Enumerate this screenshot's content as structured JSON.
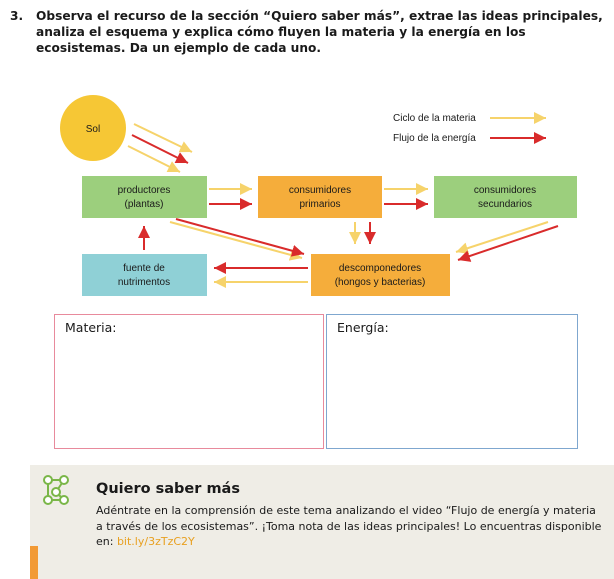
{
  "question": {
    "number": "3.",
    "text": "Observa el recurso de la sección “Quiero saber más”, extrae las ideas principales, analiza el esquema y explica cómo fluyen la materia y la energía en los ecosistemas. Da un ejemplo de cada uno."
  },
  "diagram": {
    "sun_label": "Sol",
    "legend": {
      "matter_label": "Ciclo de la materia",
      "energy_label": "Flujo de la energía",
      "matter_color": "#f6d36b",
      "energy_color": "#d92b2b"
    },
    "nodes": {
      "productores": {
        "line1": "productores",
        "line2": "(plantas)",
        "color": "#9ccf7d"
      },
      "consumidores_primarios": {
        "line1": "consumidores",
        "line2": "primarios",
        "color": "#f5ad3b"
      },
      "consumidores_secundarios": {
        "line1": "consumidores",
        "line2": "secundarios",
        "color": "#9ccf7d"
      },
      "descomponedores": {
        "line1": "descomponedores",
        "line2": "(hongos y bacterias)",
        "color": "#f5ad3b"
      },
      "fuente": {
        "line1": "fuente de",
        "line2": "nutrimentos",
        "color": "#8fd0d6"
      }
    }
  },
  "answers": {
    "materia_label": "Materia:",
    "energia_label": "Energía:"
  },
  "quiero": {
    "title": "Quiero saber más",
    "body": "Adéntrate en la comprensión de este tema analizando el video “Flujo de energía y materia a través de los ecosistemas”. ¡Toma nota de las ideas principales! Lo encuentras disponible en: ",
    "link": "bit.ly/3zTzC2Y"
  }
}
